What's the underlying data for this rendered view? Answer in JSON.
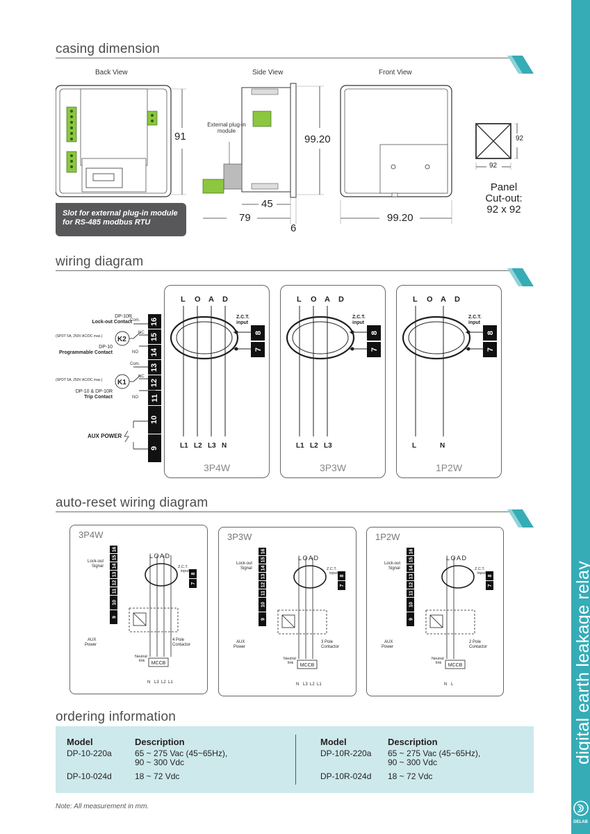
{
  "sections": {
    "casing": "casing dimension",
    "wiring": "wiring diagram",
    "autoreset": "auto-reset wiring diagram",
    "ordering": "ordering information"
  },
  "casing": {
    "back_view": "Back View",
    "side_view": "Side View",
    "front_view": "Front View",
    "dim_91": "91",
    "dim_99_20_side": "99.20",
    "dim_45": "45",
    "dim_79": "79",
    "dim_6": "6",
    "dim_99_20_front": "99.20",
    "dim_92_right": "92",
    "dim_92_bottom": "92",
    "module_label": "External plug-in module",
    "callout": "Slot for external plug-in module for RS-485 modbus RTU",
    "panel_cutout": [
      "Panel",
      "Cut-out:",
      "92 x 92"
    ]
  },
  "wiring": {
    "load": "L O A D",
    "zct": "Z.C.T. input",
    "k2_model": "DP-10R",
    "k2_title": "Lock-out Contact",
    "spdt": "(SPDT 5A, 250V AC/DC max.)",
    "k2_model2": "DP-10",
    "k2_title2": "Programmable Contact",
    "k1_model": "DP-10 & DP-10R",
    "k1_title": "Trip Contact",
    "com": "Com.",
    "nc": "NC",
    "no": "NO",
    "k1": "K1",
    "k2": "K2",
    "aux_power": "AUX POWER",
    "terminals": [
      "16",
      "15",
      "14",
      "13",
      "12",
      "11",
      "10",
      "9"
    ],
    "zct_terminals": [
      "8",
      "7"
    ],
    "boxes": [
      {
        "label": "3P4W",
        "lines": [
          "L1",
          "L2",
          "L3",
          "N"
        ]
      },
      {
        "label": "3P3W",
        "lines": [
          "L1",
          "L2",
          "L3"
        ]
      },
      {
        "label": "1P2W",
        "lines": [
          "L",
          "N"
        ]
      }
    ]
  },
  "autoreset": {
    "load": "LOAD",
    "zct": "Z.C.T. input",
    "lockout": "Lock-out Signal",
    "aux": "AUX Power",
    "neutral": "Neutral link",
    "mccb": "MCCB",
    "boxes": [
      {
        "label": "3P4W",
        "contactor": "4 Pole Contactor",
        "feed": [
          "N",
          "L3",
          "L2",
          "L1"
        ]
      },
      {
        "label": "3P3W",
        "contactor": "3 Pole Contactor",
        "feed": [
          "N",
          "L3",
          "L2",
          "L1"
        ]
      },
      {
        "label": "1P2W",
        "contactor": "2 Pole Contactor",
        "feed": [
          "N",
          "L"
        ]
      }
    ]
  },
  "ordering": {
    "model_h": "Model",
    "desc_h": "Description",
    "left": [
      {
        "model": "DP-10-220a",
        "desc1": "65 ~ 275 Vac (45~65Hz),",
        "desc2": "90 ~ 300 Vdc"
      },
      {
        "model": "DP-10-024d",
        "desc1": "18 ~ 72 Vdc",
        "desc2": ""
      }
    ],
    "right": [
      {
        "model": "DP-10R-220a",
        "desc1": "65 ~ 275 Vac (45~65Hz),",
        "desc2": "90 ~ 300 Vdc"
      },
      {
        "model": "DP-10R-024d",
        "desc1": "18 ~ 72 Vdc",
        "desc2": ""
      }
    ]
  },
  "note": "Note: All measurement in mm.",
  "sidebar": {
    "title": "digital earth leakage relay",
    "brand": "DELAB"
  },
  "colors": {
    "accent": "#36acb6",
    "dark": "#231f20",
    "order_bg": "#cde9ec",
    "callout": "#58585a"
  }
}
